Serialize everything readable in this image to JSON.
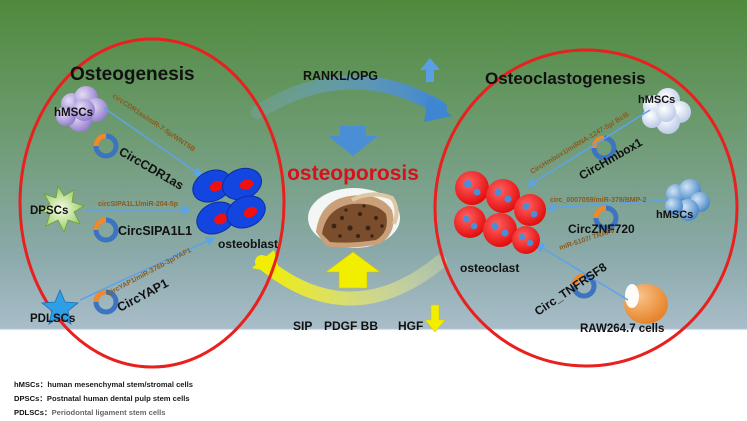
{
  "left": {
    "title": "Osteogenesis",
    "cells": [
      {
        "name": "hMSCs",
        "circ": "CircCDR1as",
        "axis": "circCDR1as/miR-7-5p/WNT5B"
      },
      {
        "name": "DPSCs",
        "circ": "CircSIPA1L1",
        "axis": "circSIPA1L1/miR-204-5p"
      },
      {
        "name": "PDLSCs",
        "circ": "CircYAP1",
        "axis": "CircYAP1/miR-376b-3p/YAP1"
      }
    ],
    "target_label": "osteoblast"
  },
  "right": {
    "title": "Osteoclastogenesis",
    "cells": [
      {
        "name": "hMSCs",
        "circ": "CircHmbox1",
        "axis": "CircHmbox1/miRNA-1247-5p/ Bcl6"
      },
      {
        "name": "hMSCs",
        "circ": "CircZNF720",
        "axis": "circ_0007059/miR-378/BMP-2"
      },
      {
        "name": "RAW264.7 cells",
        "circ": "Circ_TNFRSF8",
        "axis": "miR-5107/ TRAF6"
      }
    ],
    "target_label": "osteoclast"
  },
  "center": {
    "title": "osteoporosis",
    "top_factor": "RANKL/OPG",
    "bottom_factors": [
      "SIP",
      "PDGF BB",
      "HGF"
    ]
  },
  "legend": [
    {
      "abbr": "hMSCs：",
      "desc": "human mesenchymal stem/stromal cells"
    },
    {
      "abbr": "DPSCs：",
      "desc": "Postnatal human dental pulp stem cells"
    },
    {
      "abbr": "PDLSCs：",
      "desc": "Periodontal ligament stem cells"
    }
  ],
  "colors": {
    "ellipse": "#e8201e",
    "title_red": "#d8101a",
    "axis_text": "#8a5a1e",
    "arrow_blue": "#4a8fd6",
    "arrow_yellow": "#f2f000"
  }
}
